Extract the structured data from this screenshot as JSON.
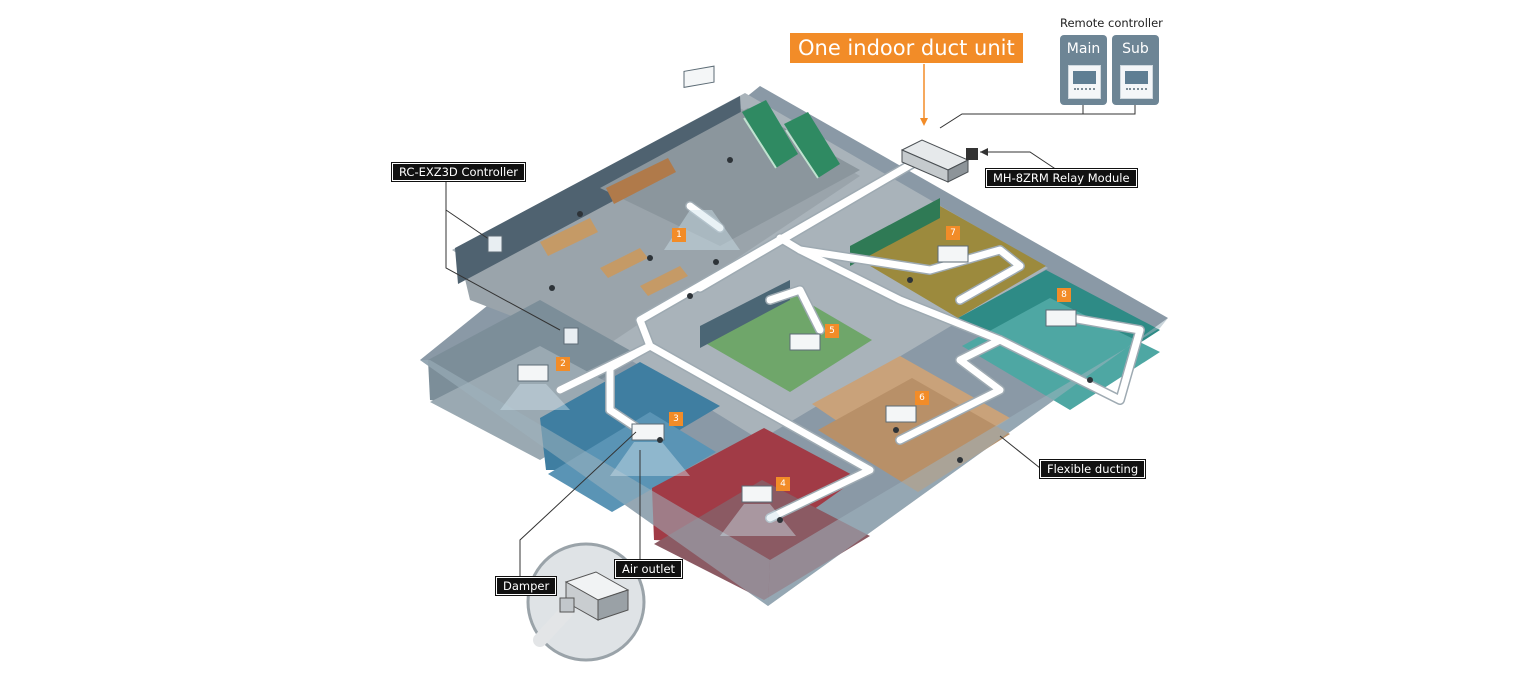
{
  "labels": {
    "main_unit": "One indoor duct unit",
    "remote_title": "Remote controller",
    "remote_main": "Main",
    "remote_sub": "Sub",
    "relay_module": "MH-8ZRM Relay Module",
    "controller": "RC-EXZ3D Controller",
    "flexible_ducting": "Flexible ducting",
    "damper": "Damper",
    "air_outlet": "Air outlet"
  },
  "zones": [
    "1",
    "2",
    "3",
    "4",
    "5",
    "6",
    "7",
    "8"
  ],
  "colors": {
    "accent_orange": "#f28c28",
    "label_black": "#111111",
    "remote_panel": "#6d8595",
    "building_frame": "#8a99a6",
    "glass_wall": "#9fb3be",
    "duct_white": "#ffffff"
  }
}
